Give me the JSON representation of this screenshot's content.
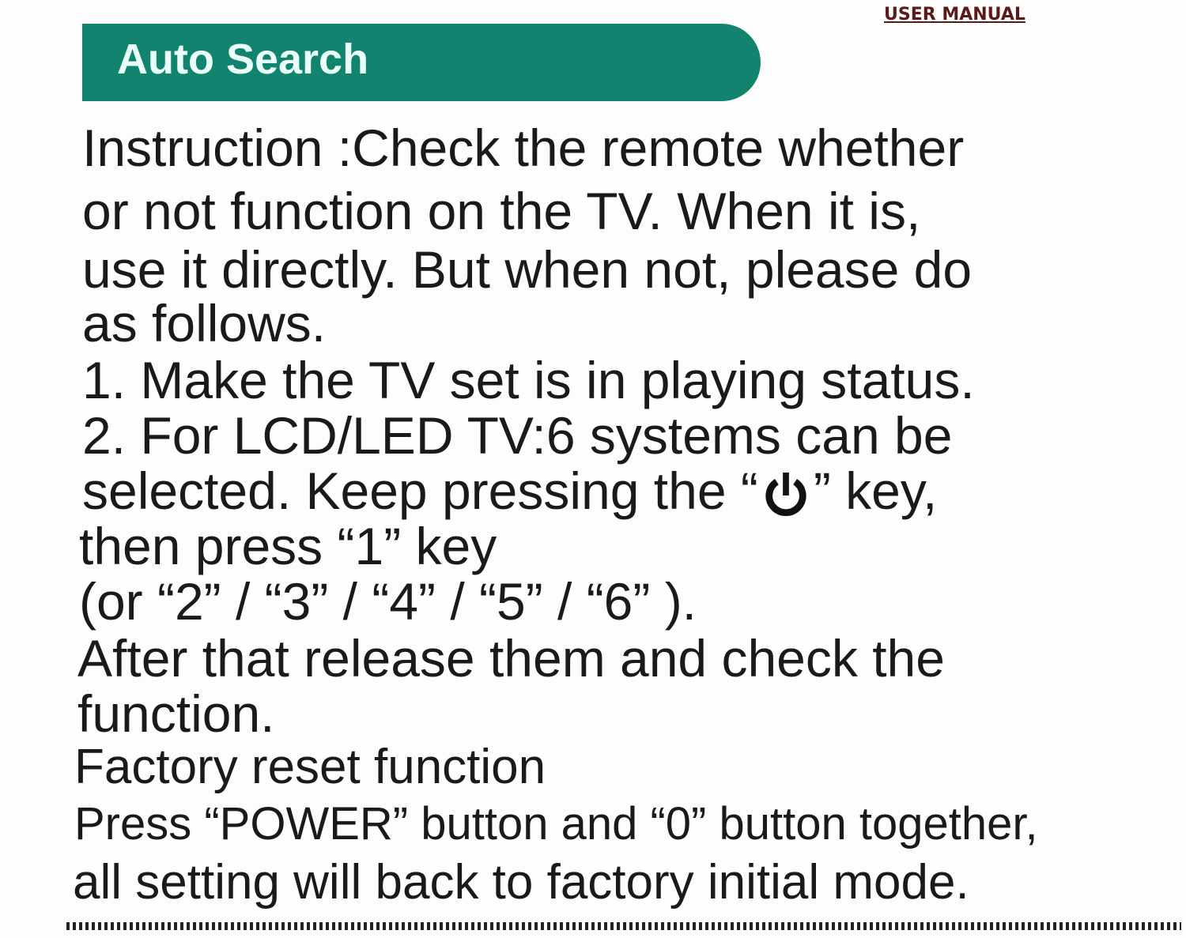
{
  "header": {
    "label": "USER MANUAL"
  },
  "banner": {
    "title": "Auto Search",
    "color": "#12836f"
  },
  "content": {
    "lines": [
      "Instruction :Check the remote whether",
      "or not function on the TV. When it is,",
      "use it directly. But when not, please do",
      "as follows.",
      "1. Make the TV set is in playing status.",
      "2. For LCD/LED TV:6 systems can be",
      "selected. Keep pressing the “",
      "”  key,",
      "then press   “1”  key",
      "(or  “2”  /  “3”  /  “4”  /  “5”  /  “6” ).",
      "After that release them and check the",
      "function.",
      "Factory reset function",
      "Press “POWER” button and “0” button together,",
      "all setting will back to factory initial mode."
    ],
    "icon": "power-icon"
  }
}
